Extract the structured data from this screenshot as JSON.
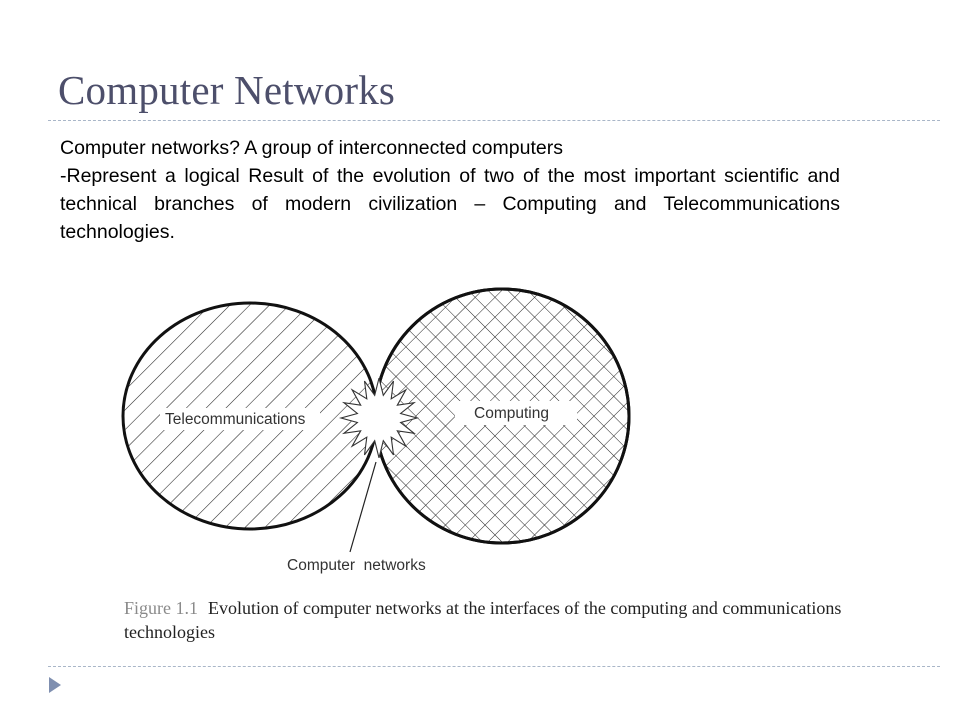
{
  "slide": {
    "title": "Computer Networks",
    "paragraphs": [
      "Computer networks? A group of interconnected computers",
      "-Represent a logical Result of the evolution of two of the most important scientific and technical branches of modern civilization – Computing and Telecommunications  technologies."
    ]
  },
  "figure": {
    "labels": {
      "left": "Telecommunications",
      "right": "Computing",
      "intersection": "Computer  networks"
    },
    "caption_number": "Figure 1.1",
    "caption_text": "Evolution of computer networks at the interfaces of the computing and communications technologies"
  },
  "colors": {
    "title": "#4d4f6b",
    "divider": "#a9b6c8",
    "bullet": "#7f8fb0"
  },
  "icons": {
    "bullet": "triangle-bullet-icon"
  }
}
